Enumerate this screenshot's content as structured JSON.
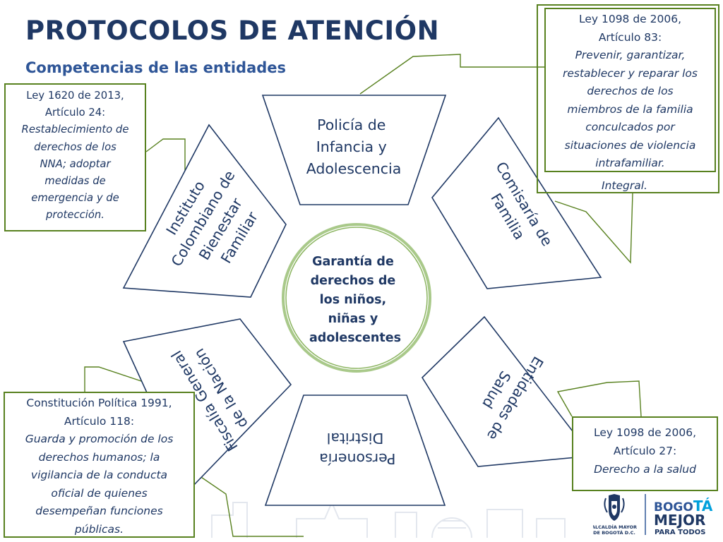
{
  "header": {
    "title": "PROTOCOLOS DE ATENCIÓN",
    "subtitle": "Competencias de las entidades"
  },
  "center": {
    "lines": [
      "Garantía de",
      "derechos de",
      "los niños,",
      "niñas y",
      "adolescentes"
    ]
  },
  "entities": {
    "policia": [
      "Policía de",
      "Infancia y",
      "Adolescencia"
    ],
    "comisaria": [
      "Comisaría de",
      "Familia"
    ],
    "salud": [
      "Entidades de",
      "Salud"
    ],
    "personeria": [
      "Personería",
      "Distrital"
    ],
    "fiscalia": [
      "Fiscalía General",
      "de la Nación"
    ],
    "icbf": [
      "Instituto",
      "Colombiano de",
      "Bienestar",
      "Familiar"
    ]
  },
  "callouts": {
    "ley1620": {
      "ref": [
        "Ley 1620 de 2013,",
        "Artículo 24:"
      ],
      "desc": [
        "Restablecimiento de",
        "derechos de los",
        "NNA; adoptar",
        "medidas de",
        "emergencia y de",
        "protección."
      ]
    },
    "ley1098_83": {
      "ref": [
        "Ley 1098 de 2006,",
        "Artículo 83:"
      ],
      "desc": [
        "Prevenir, garantizar,",
        "restablecer y reparar los",
        "derechos de los",
        "miembros de la familia",
        "conculcados por",
        "situaciones de violencia",
        "intrafamiliar."
      ],
      "extra": "Integral."
    },
    "constitucion": {
      "ref": [
        "Constitución Política 1991,",
        "Artículo 118:"
      ],
      "desc": [
        "Guarda y promoción de los",
        "derechos humanos; la",
        "vigilancia de la conducta",
        "oficial de quienes",
        "desempeñan funciones",
        "públicas."
      ]
    },
    "ley1098_27": {
      "ref": [
        "Ley 1098 de 2006,",
        "Artículo 27:"
      ],
      "desc": [
        "Derecho a la salud"
      ]
    }
  },
  "logo": {
    "alcaldia": [
      "ALCALDÍA MAYOR",
      "DE BOGOTÁ D.C."
    ],
    "bogota_a": "BOGO",
    "bogota_b": "TÁ",
    "mejor": "MEJOR",
    "para_todos": "PARA TODOS"
  },
  "colors": {
    "title": "#1f3864",
    "subtitle": "#2e5597",
    "callout_border": "#58811f",
    "circle_border": "#8cb561",
    "shape_stroke": "#1f3864"
  }
}
